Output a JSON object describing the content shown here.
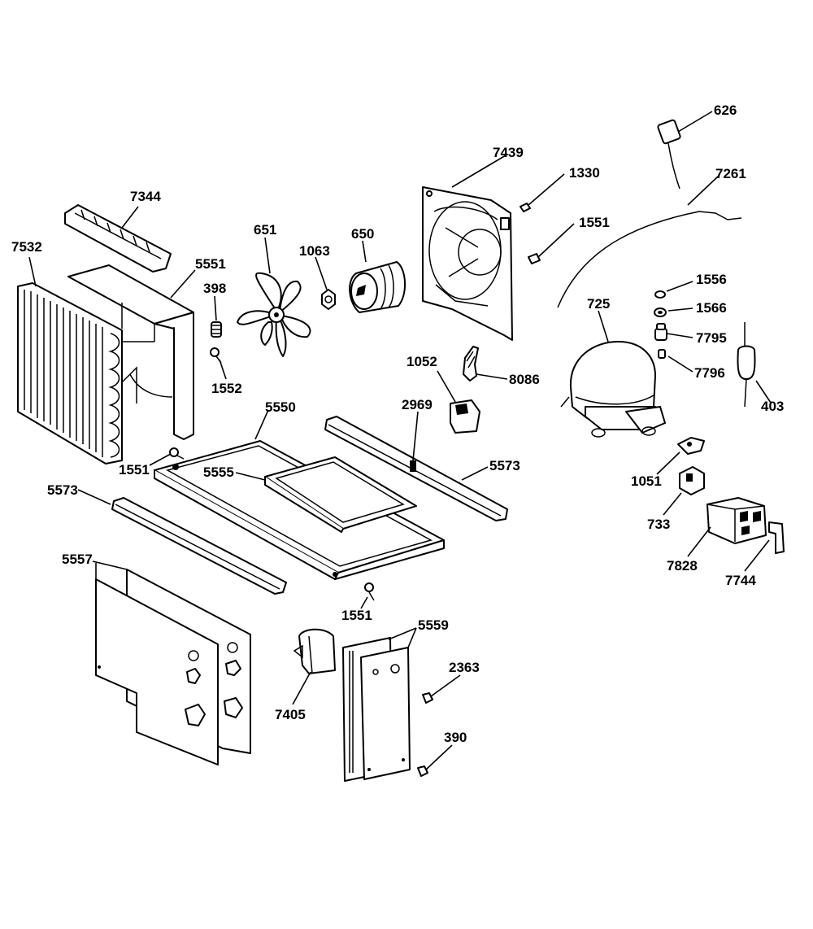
{
  "diagram": {
    "labels": [
      {
        "id": "626",
        "text": "626"
      },
      {
        "id": "7439",
        "text": "7439"
      },
      {
        "id": "1330",
        "text": "1330"
      },
      {
        "id": "7261",
        "text": "7261"
      },
      {
        "id": "7344",
        "text": "7344"
      },
      {
        "id": "1551a",
        "text": "1551"
      },
      {
        "id": "651",
        "text": "651"
      },
      {
        "id": "650",
        "text": "650"
      },
      {
        "id": "1063",
        "text": "1063"
      },
      {
        "id": "7532",
        "text": "7532"
      },
      {
        "id": "5551",
        "text": "5551"
      },
      {
        "id": "398",
        "text": "398"
      },
      {
        "id": "1556",
        "text": "1556"
      },
      {
        "id": "725",
        "text": "725"
      },
      {
        "id": "1566",
        "text": "1566"
      },
      {
        "id": "7795",
        "text": "7795"
      },
      {
        "id": "1552",
        "text": "1552"
      },
      {
        "id": "1052",
        "text": "1052"
      },
      {
        "id": "8086",
        "text": "8086"
      },
      {
        "id": "7796",
        "text": "7796"
      },
      {
        "id": "5550",
        "text": "5550"
      },
      {
        "id": "2969",
        "text": "2969"
      },
      {
        "id": "403",
        "text": "403"
      },
      {
        "id": "1551b",
        "text": "1551"
      },
      {
        "id": "5555",
        "text": "5555"
      },
      {
        "id": "5573a",
        "text": "5573"
      },
      {
        "id": "1051",
        "text": "1051"
      },
      {
        "id": "5573b",
        "text": "5573"
      },
      {
        "id": "733",
        "text": "733"
      },
      {
        "id": "7828",
        "text": "7828"
      },
      {
        "id": "5557",
        "text": "5557"
      },
      {
        "id": "7744",
        "text": "7744"
      },
      {
        "id": "1551c",
        "text": "1551"
      },
      {
        "id": "5559",
        "text": "5559"
      },
      {
        "id": "2363",
        "text": "2363"
      },
      {
        "id": "7405",
        "text": "7405"
      },
      {
        "id": "390",
        "text": "390"
      }
    ]
  }
}
